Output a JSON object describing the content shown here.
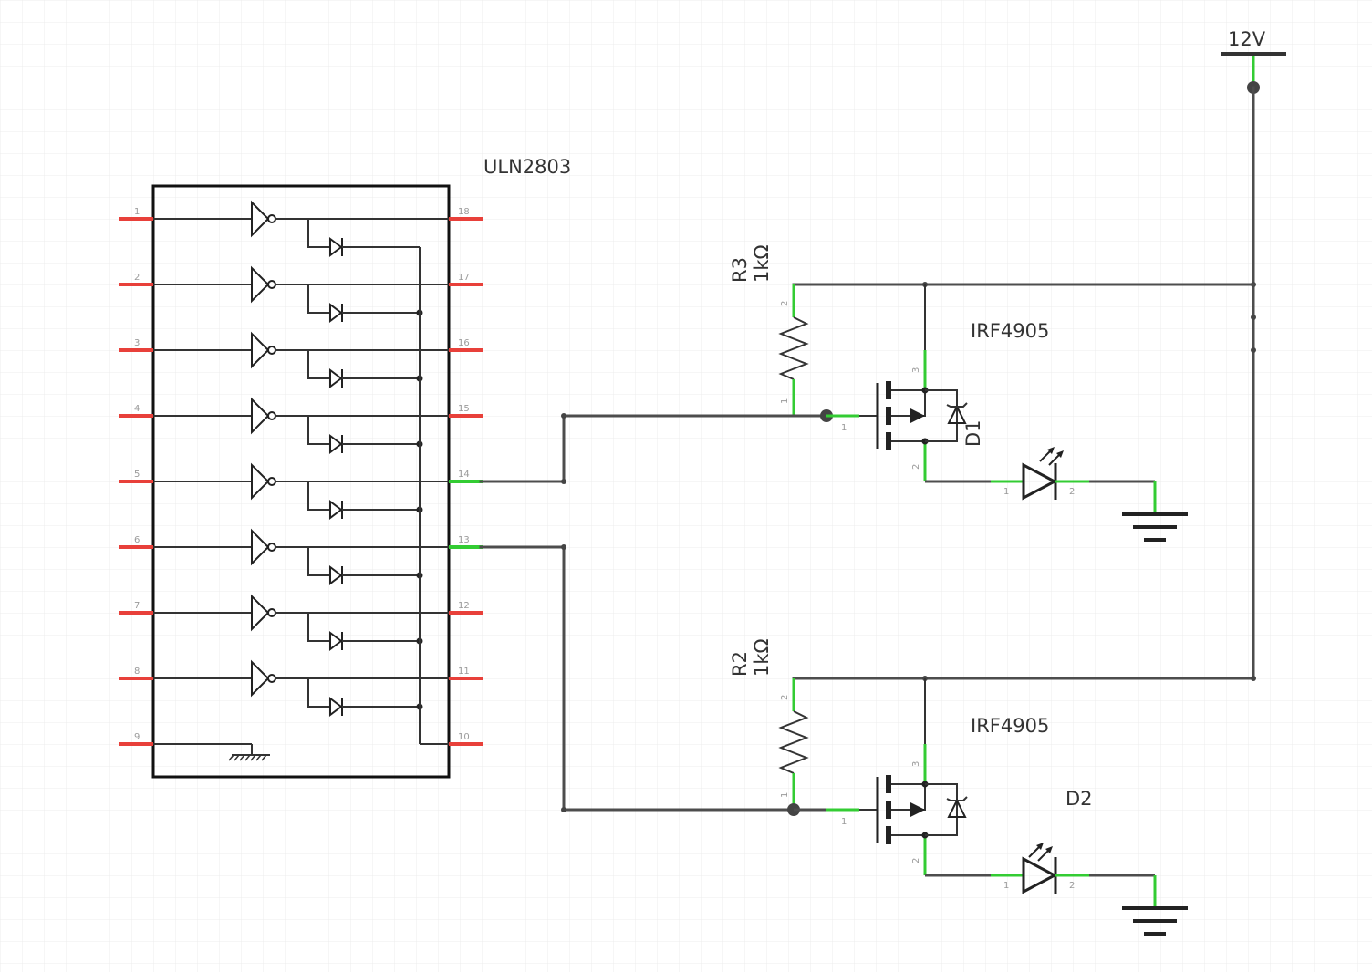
{
  "colors": {
    "grid": "#ececec",
    "wire": "#4d4d4d",
    "pin_unconnected": "#e8403a",
    "pin_connected": "#33cc33",
    "component": "#333333",
    "text": "#333333",
    "pin_number": "#9a9a9a"
  },
  "labels": {
    "power": "12V",
    "ic": "ULN2803",
    "r3_name": "R3",
    "r3_value": "1kΩ",
    "r2_name": "R2",
    "r2_value": "1kΩ",
    "q1_part": "IRF4905",
    "q2_part": "IRF4905",
    "d1_name": "D1",
    "d2_name": "D2"
  },
  "ic_left_pins": [
    "1",
    "2",
    "3",
    "4",
    "5",
    "6",
    "7",
    "8",
    "9"
  ],
  "ic_right_pins": [
    "18",
    "17",
    "16",
    "15",
    "14",
    "13",
    "12",
    "11",
    "10"
  ],
  "small_pins": {
    "one": "1",
    "two": "2",
    "three": "3"
  }
}
